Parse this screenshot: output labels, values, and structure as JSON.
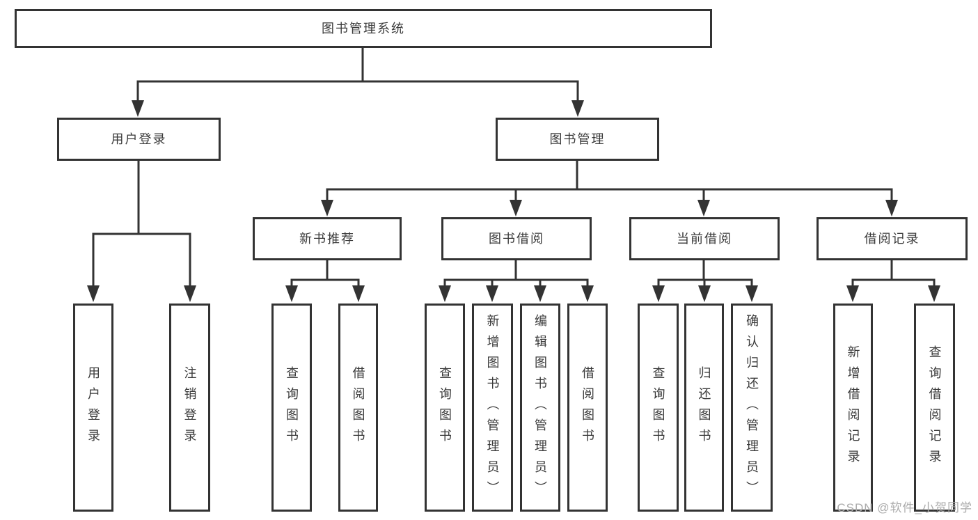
{
  "diagram": {
    "root": {
      "label": "图书管理系统"
    },
    "login": {
      "label": "用户登录",
      "children": [
        {
          "label": "用户登录"
        },
        {
          "label": "注销登录"
        }
      ]
    },
    "manage": {
      "label": "图书管理",
      "sections": [
        {
          "label": "新书推荐",
          "children": [
            {
              "label": "查询图书"
            },
            {
              "label": "借阅图书"
            }
          ]
        },
        {
          "label": "图书借阅",
          "children": [
            {
              "label": "查询图书"
            },
            {
              "label": "新增图书（管理员）"
            },
            {
              "label": "编辑图书（管理员）"
            },
            {
              "label": "借阅图书"
            }
          ]
        },
        {
          "label": "当前借阅",
          "children": [
            {
              "label": "查询图书"
            },
            {
              "label": "归还图书"
            },
            {
              "label": "确认归还（管理员）"
            }
          ]
        },
        {
          "label": "借阅记录",
          "children": [
            {
              "label": "新增借阅记录"
            },
            {
              "label": "查询借阅记录"
            }
          ]
        }
      ]
    }
  },
  "watermark": {
    "text": "CSDN @软件_小贺同学"
  },
  "colors": {
    "line": "#333333",
    "text": "#3a3a3a",
    "watermark": "#ababab",
    "background": "#ffffff"
  }
}
